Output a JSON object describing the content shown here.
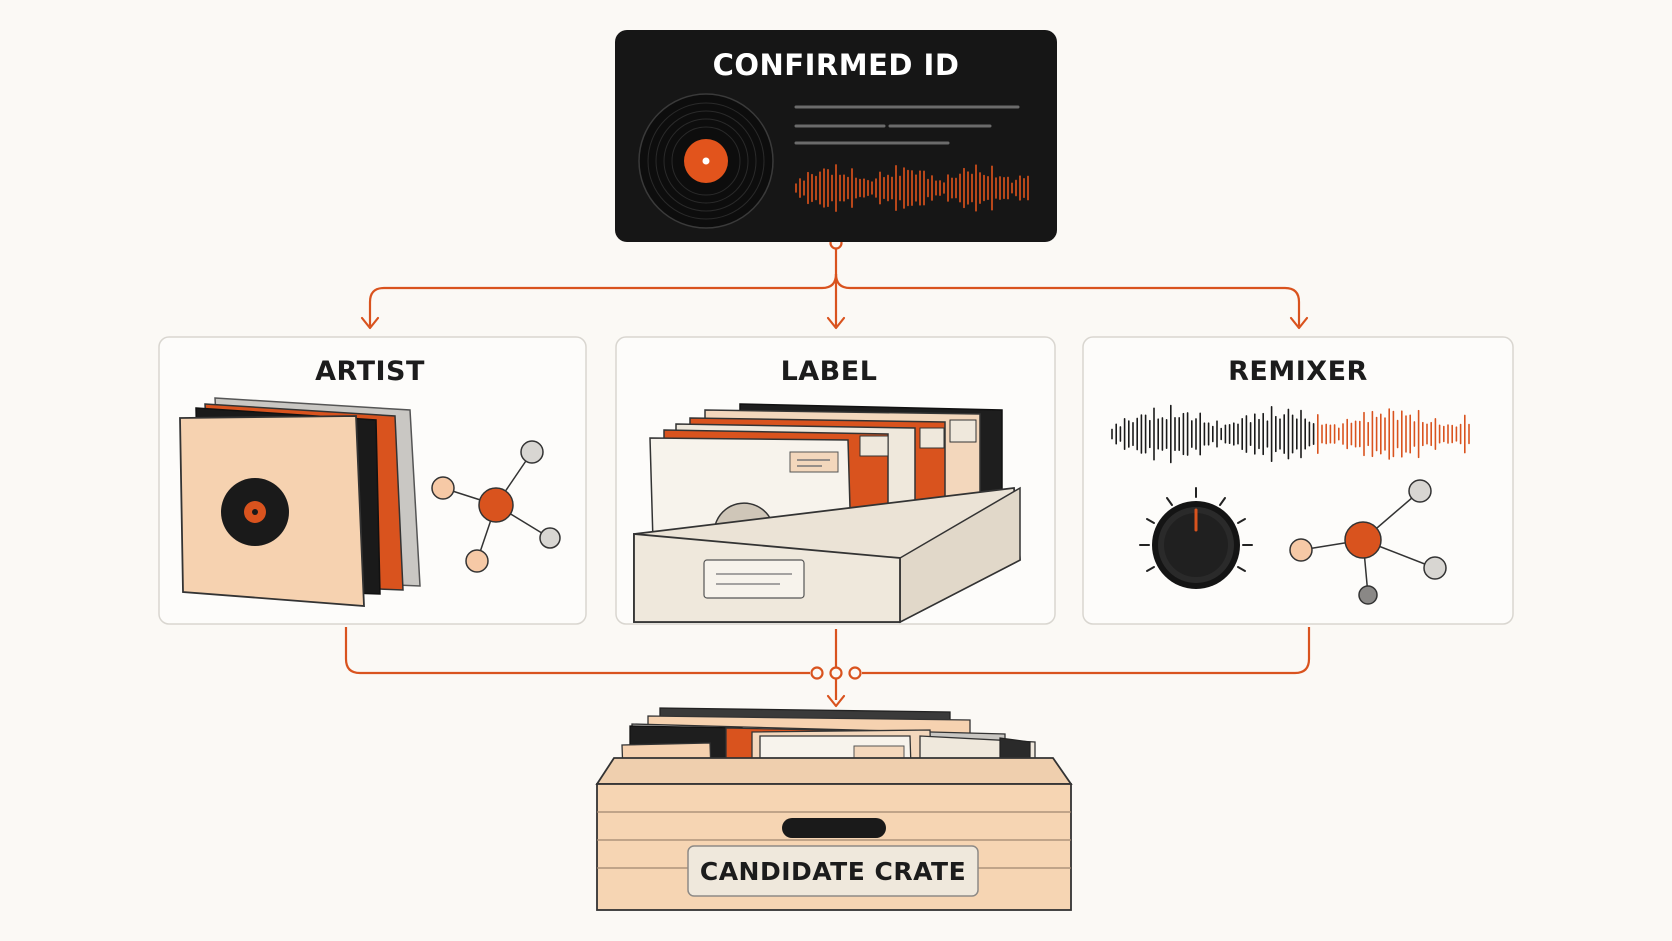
{
  "diagram": {
    "confirmed": {
      "title": "CONFIRMED ID"
    },
    "sources": [
      {
        "title": "ARTIST"
      },
      {
        "title": "LABEL"
      },
      {
        "title": "REMIXER"
      }
    ],
    "result": {
      "title": "CANDIDATE CRATE"
    }
  },
  "colors": {
    "accent": "#d9531e",
    "dark": "#161616",
    "panel_border": "#d9d6d0",
    "peach": "#f6d2b0",
    "cream": "#efe8dc",
    "gray": "#c8c6c2",
    "background": "#fbf9f5"
  }
}
